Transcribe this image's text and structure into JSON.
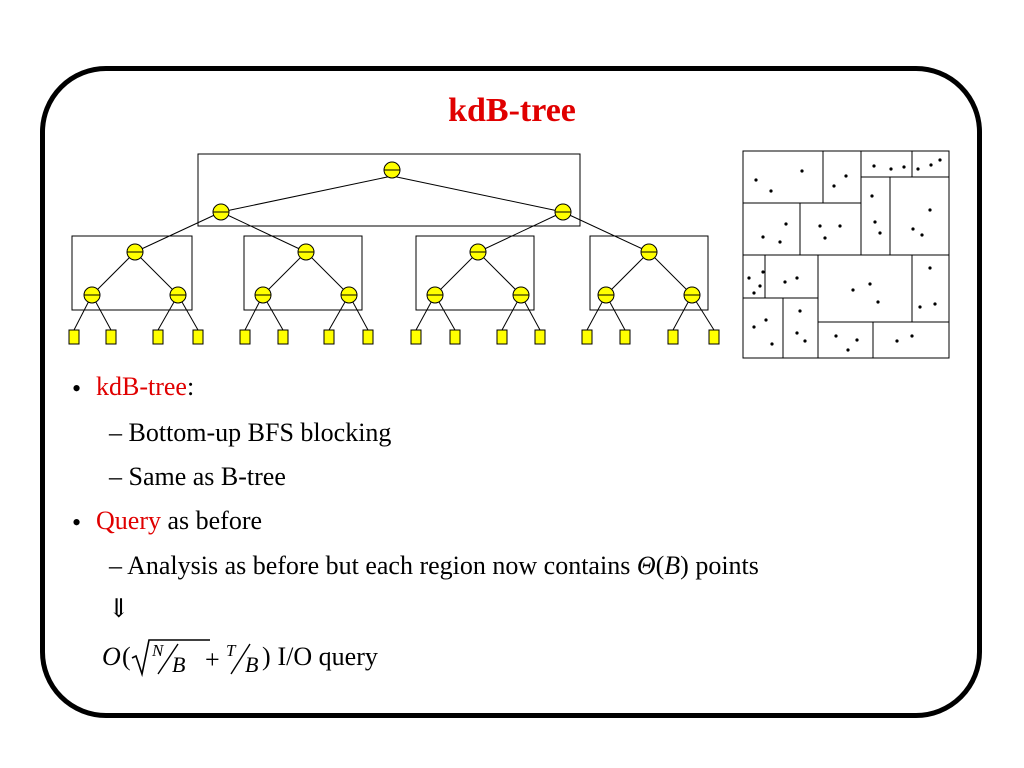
{
  "title": {
    "text": "kdB-tree",
    "color": "#e00000"
  },
  "colors": {
    "node_fill": "#ffff00",
    "accent": "#e00000",
    "stroke": "#000000"
  },
  "bullets": [
    {
      "term": "kdB-tree",
      "rest": ":"
    },
    {
      "sub": "– Bottom-up BFS blocking"
    },
    {
      "sub": "– Same as B-tree"
    },
    {
      "term": "Query",
      "rest": " as before"
    },
    {
      "sub_prefix": "– Analysis as before but each region now contains ",
      "theta": "Θ",
      "lparen": "(",
      "B": "B",
      "rparen": ")",
      "sub_suffix": " points"
    }
  ],
  "implies": "⇓",
  "formula": {
    "O": "O",
    "open": "(",
    "N": "N",
    "B1": "B",
    "plus": "+",
    "T": "T",
    "B2": "B",
    "close": ")",
    "suffix": " I/O query"
  }
}
